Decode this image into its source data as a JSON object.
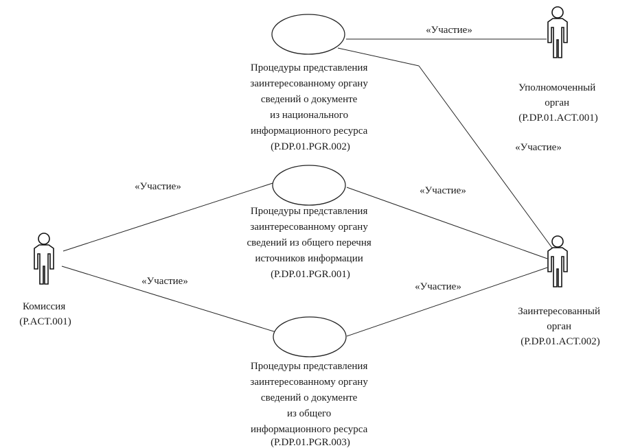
{
  "diagram": {
    "actors": {
      "commission": {
        "lines": [
          "Комиссия",
          "(P.ACT.001)"
        ]
      },
      "authorized": {
        "lines": [
          "Уполномоченный",
          "орган",
          "(P.DP.01.ACT.001)"
        ]
      },
      "interested": {
        "lines": [
          "Заинтересованный",
          "орган",
          "(P.DP.01.ACT.002)"
        ]
      }
    },
    "use_cases": {
      "uc002": {
        "lines": [
          "Процедуры представления",
          "заинтересованному органу",
          "сведений о документе",
          "из национального",
          "информационного ресурса",
          "(P.DP.01.PGR.002)"
        ]
      },
      "uc001": {
        "lines": [
          "Процедуры представления",
          "заинтересованному органу",
          "сведений из общего перечня",
          "источников информации",
          "(P.DP.01.PGR.001)"
        ]
      },
      "uc003": {
        "lines": [
          "Процедуры представления",
          "заинтересованному органу",
          "сведений о документе",
          "из общего",
          "информационного ресурса",
          "(P.DP.01.PGR.003)"
        ]
      }
    },
    "associations": {
      "uc002_authorized": "«Участие»",
      "uc002_interested": "«Участие»",
      "commission_uc001": "«Участие»",
      "uc001_interested": "«Участие»",
      "commission_uc003": "«Участие»",
      "uc003_interested": "«Участие»"
    }
  }
}
